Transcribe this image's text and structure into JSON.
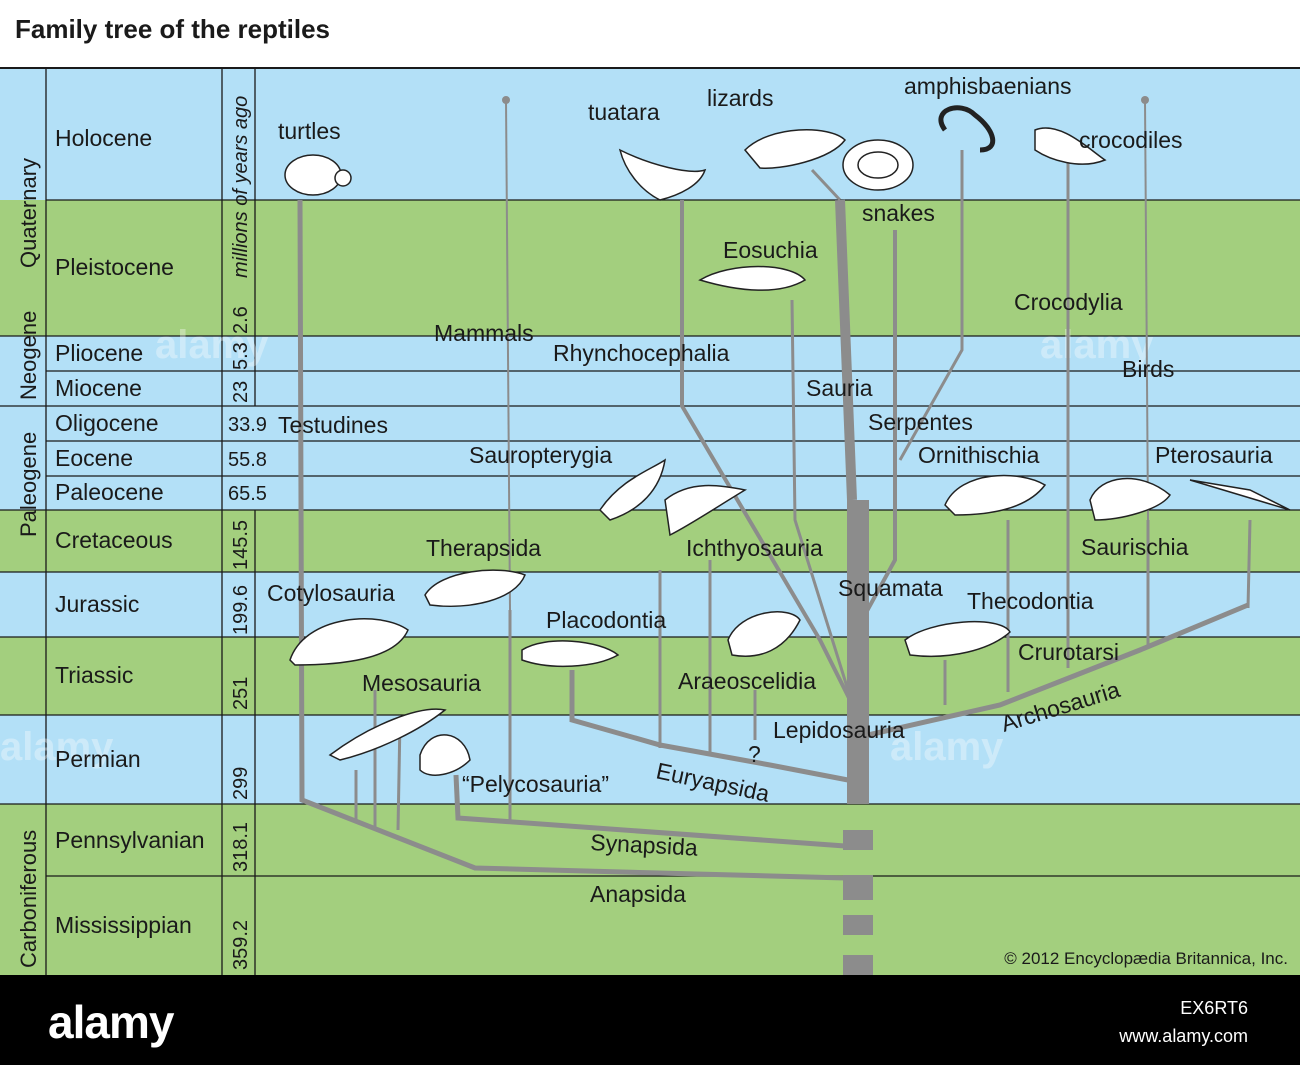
{
  "title": "Family tree of the reptiles",
  "axis_label": "millions of years ago",
  "periods": [
    {
      "label": "Quaternary"
    },
    {
      "label": "Neogene"
    },
    {
      "label": "Paleogene"
    },
    {
      "label": "Carboniferous"
    }
  ],
  "epochs": [
    {
      "name": "Holocene",
      "mya": ""
    },
    {
      "name": "Pleistocene",
      "mya": "2.6"
    },
    {
      "name": "Pliocene",
      "mya": "5.3"
    },
    {
      "name": "Miocene",
      "mya": "23"
    },
    {
      "name": "Oligocene",
      "mya": "33.9"
    },
    {
      "name": "Eocene",
      "mya": "55.8"
    },
    {
      "name": "Paleocene",
      "mya": "65.5"
    },
    {
      "name": "Cretaceous",
      "mya": "145.5"
    },
    {
      "name": "Jurassic",
      "mya": "199.6"
    },
    {
      "name": "Triassic",
      "mya": "251"
    },
    {
      "name": "Permian",
      "mya": "299"
    },
    {
      "name": "Pennsylvanian",
      "mya": "318.1"
    },
    {
      "name": "Mississippian",
      "mya": "359.2"
    }
  ],
  "labels": {
    "turtles": "turtles",
    "tuatara": "tuatara",
    "lizards": "lizards",
    "amphisbaenians": "amphisbaenians",
    "crocodiles": "crocodiles",
    "snakes": "snakes",
    "eosuchia": "Eosuchia",
    "crocodylia": "Crocodylia",
    "mammals": "Mammals",
    "rhynchocephalia": "Rhynchocephalia",
    "birds": "Birds",
    "sauria": "Sauria",
    "testudines": "Testudines",
    "serpentes": "Serpentes",
    "sauropterygia": "Sauropterygia",
    "ornithischia": "Ornithischia",
    "pterosauria": "Pterosauria",
    "therapsida": "Therapsida",
    "ichthyosauria": "Ichthyosauria",
    "saurischia": "Saurischia",
    "cotylosauria": "Cotylosauria",
    "squamata": "Squamata",
    "thecodontia": "Thecodontia",
    "placodontia": "Placodontia",
    "crurotarsi": "Crurotarsi",
    "araeoscelidia": "Araeoscelidia",
    "mesosauria": "Mesosauria",
    "archosauria": "Archosauria",
    "lepidosauria": "Lepidosauria",
    "question": "?",
    "pelycosauria": "“Pelycosauria”",
    "euryapsida": "Euryapsida",
    "synapsida": "Synapsida",
    "anapsida": "Anapsida"
  },
  "copyright": "© 2012 Encyclopædia Britannica, Inc.",
  "watermark": {
    "logo": "alamy",
    "image_id": "EX6RT6",
    "site": "www.alamy.com"
  },
  "colors": {
    "blue_band": "#b3e0f7",
    "green_band": "#a3cf7e",
    "branch": "#8c8c8c",
    "grid": "#1a1a1a"
  }
}
